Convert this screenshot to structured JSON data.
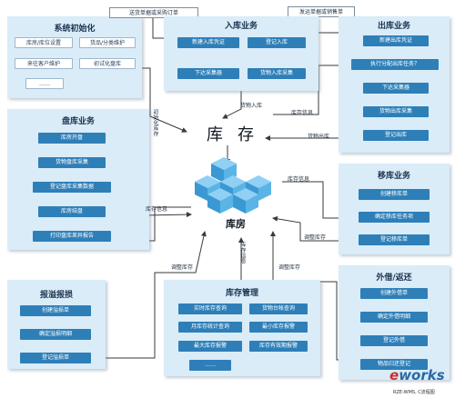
{
  "system_init": {
    "title": "系统初始化",
    "items": [
      "库房/库位设置",
      "货品/分类维护",
      "来往客户维护",
      "初试化盘库",
      "……"
    ]
  },
  "inbound": {
    "title": "入库业务",
    "items": [
      "新建入库凭证",
      "登记入库",
      "下达采集器",
      "货物入库采集"
    ]
  },
  "outbound": {
    "title": "出库业务",
    "items": [
      "新建出库凭证",
      "执行分配出库任务？",
      "下达采集器",
      "货物出库采集",
      "登记出库"
    ]
  },
  "stocktake": {
    "title": "盘库业务",
    "items": [
      "库房开盘",
      "货物盘库采集",
      "登记盘库采集数据",
      "库房结盘",
      "打印盘库差异报告"
    ]
  },
  "transfer": {
    "title": "移库业务",
    "items": [
      "创建移库单",
      "确定移库任务项",
      "登记移库单"
    ]
  },
  "lending": {
    "title": "外借/返还",
    "items": [
      "创建外借单",
      "确定外借明细",
      "登记外借",
      "物品归还登记"
    ]
  },
  "damage": {
    "title": "报溢报损",
    "items": [
      "创建溢损单",
      "确定溢损明细",
      "登记溢损单"
    ]
  },
  "inventory_mgmt": {
    "title": "库存管理",
    "items": [
      "实时库存查询",
      "货物台帐查询",
      "月库存统计查询",
      "最小库存报警",
      "最大库存报警",
      "库存有效期报警",
      "……"
    ]
  },
  "notes": {
    "receive": "送货单据或采购订单",
    "ship": "发运单据或销售单"
  },
  "center": {
    "inventory": "库存",
    "warehouse": "库房"
  },
  "flow_labels": {
    "goods_in": "货物入库",
    "inv_info_1": "库存信息",
    "goods_out": "货物出库",
    "init_inventory": "初始化库存",
    "inv_info_2": "库存信息",
    "inv_info_3": "库存信息",
    "adjust_1": "调整库存",
    "adjust_2": "调整库存",
    "adjust_3": "调整库存",
    "inv_info_4": "库存信息"
  },
  "watermark": {
    "brand_a": "e",
    "brand_b": "works",
    "credit": "RZE-WMS, C流程图"
  },
  "colors": {
    "panel": "#d9ecf8",
    "button": "#2e7fb8",
    "arrow": "#3a3a3a"
  }
}
